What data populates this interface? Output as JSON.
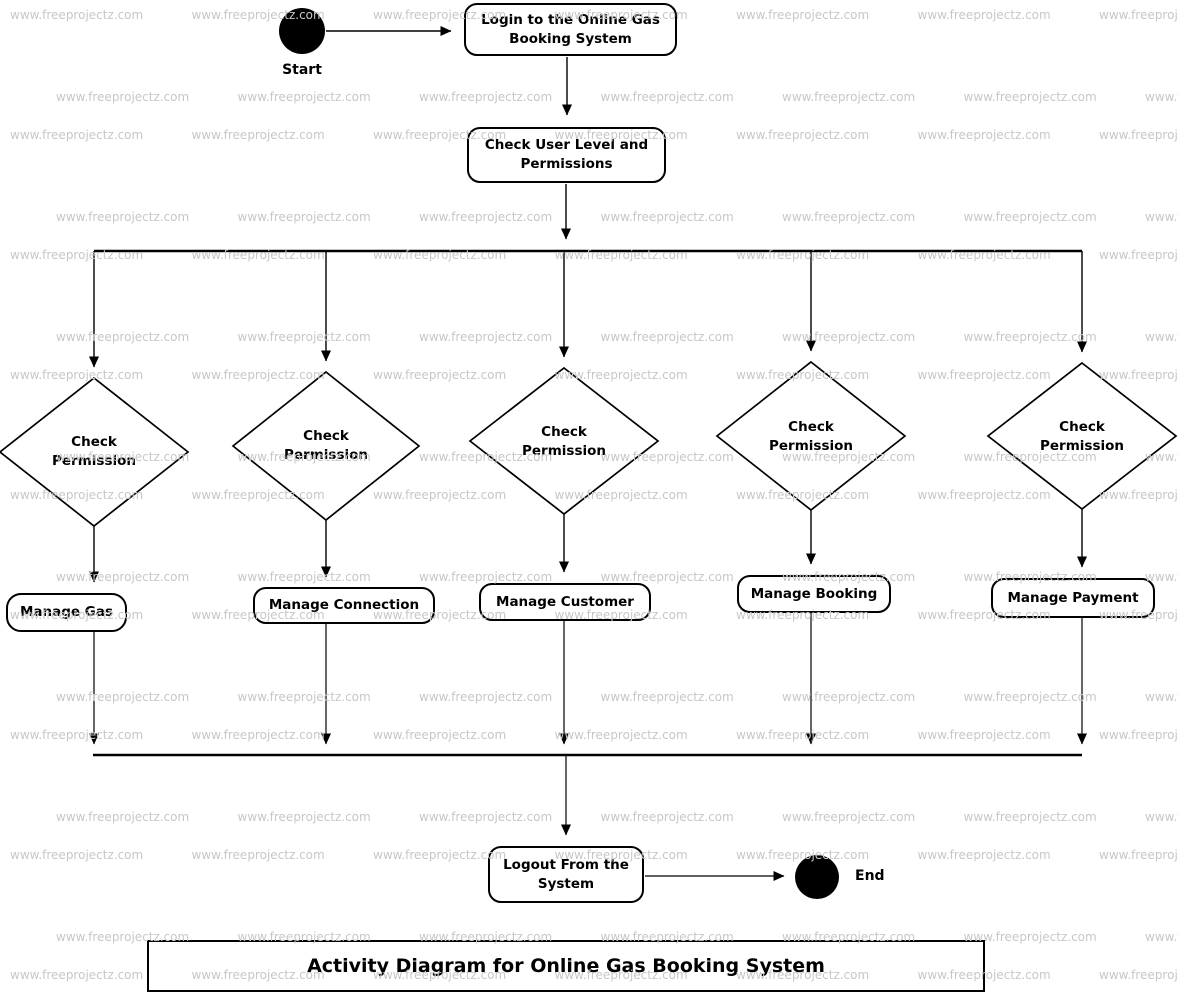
{
  "title": "Activity Diagram for Online Gas Booking System",
  "watermark": {
    "text": "www.freeprojectz.com",
    "color": "#c7c7c7"
  },
  "colors": {
    "line": "#000000",
    "node_fill": "#ffffff",
    "node_border": "#000000"
  },
  "start": {
    "label": "Start"
  },
  "end": {
    "label": "End"
  },
  "activities": {
    "login": "Login to the Online Gas Booking System",
    "check_user": "Check User Level and Permissions",
    "manage_gas": "Manage Gas",
    "manage_connection": "Manage Connection",
    "manage_customer": "Manage Customer",
    "manage_booking": "Manage Booking",
    "manage_payment": "Manage Payment",
    "logout": "Logout From the System"
  },
  "decisions": [
    {
      "label": "Check Permission"
    },
    {
      "label": "Check Permission"
    },
    {
      "label": "Check Permission"
    },
    {
      "label": "Check Permission"
    },
    {
      "label": "Check Permission"
    }
  ]
}
